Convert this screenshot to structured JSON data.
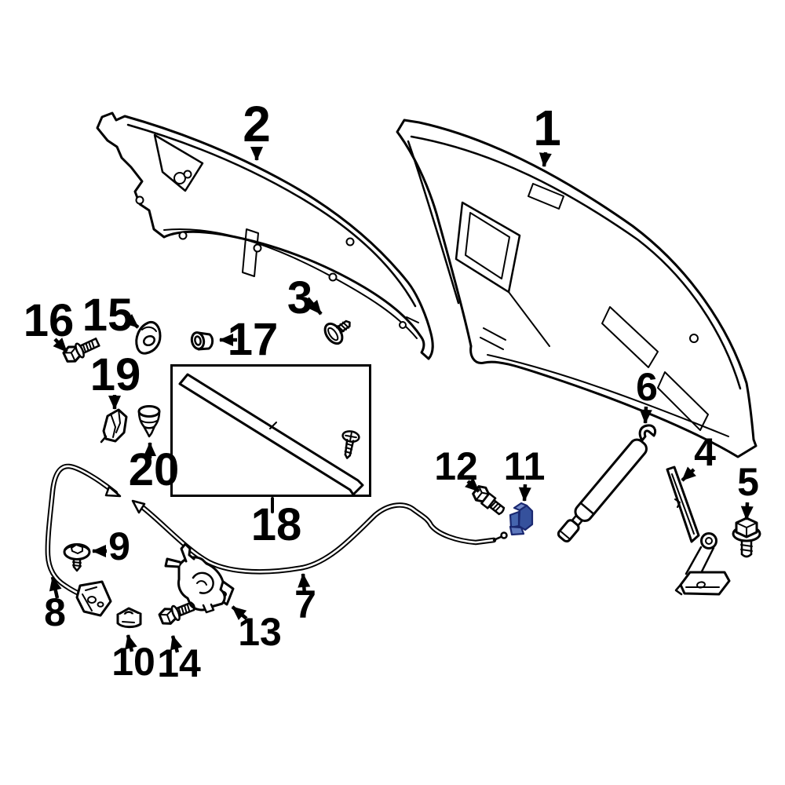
{
  "diagram": {
    "type": "exploded-parts-diagram",
    "background_color": "#ffffff",
    "line_color": "#000000",
    "highlight": {
      "part_number": "11",
      "fill": "#4565ae",
      "fill_light": "#7289c8",
      "fill_mid": "#5d78bd",
      "fill_dark": "#35519c",
      "outline": "#1a2870"
    },
    "callouts": [
      {
        "number": "1"
      },
      {
        "number": "2"
      },
      {
        "number": "3"
      },
      {
        "number": "4"
      },
      {
        "number": "5"
      },
      {
        "number": "6"
      },
      {
        "number": "7"
      },
      {
        "number": "8"
      },
      {
        "number": "9"
      },
      {
        "number": "10"
      },
      {
        "number": "11"
      },
      {
        "number": "12"
      },
      {
        "number": "13"
      },
      {
        "number": "14"
      },
      {
        "number": "15"
      },
      {
        "number": "16"
      },
      {
        "number": "17"
      },
      {
        "number": "18"
      },
      {
        "number": "19"
      },
      {
        "number": "20"
      }
    ]
  }
}
